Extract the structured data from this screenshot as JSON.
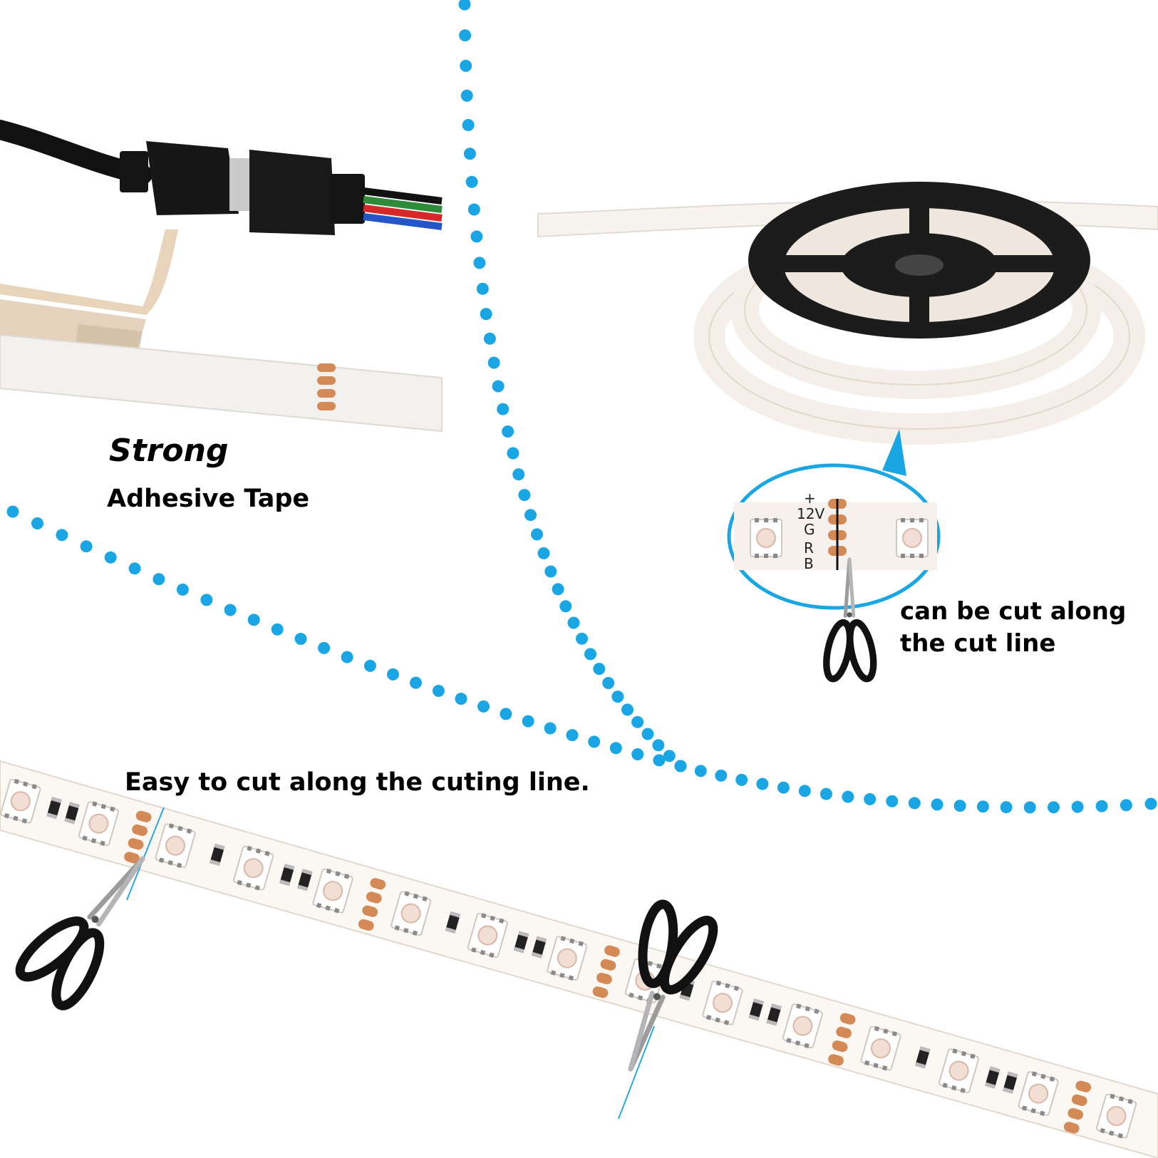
{
  "captions": {
    "strong": "Strong",
    "adhesive_tape": "Adhesive Tape",
    "cut_line_1": "can be cut along",
    "cut_line_2": "the cut line",
    "easy_cut": "Easy to cut along the cuting line."
  },
  "pad_labels": {
    "plus": "+",
    "voltage": "12V",
    "g": "G",
    "r": "R",
    "b": "B"
  },
  "colors": {
    "dots": "#1aa6e4",
    "strip": "#fbf7f3",
    "copper": "#d48a56",
    "reel": "#1c1c1c",
    "scissors_handle": "#111111",
    "wire_red": "#d62828",
    "wire_green": "#2e8b3a",
    "wire_blue": "#2456c8",
    "cut_line": "#2aa9e0"
  }
}
